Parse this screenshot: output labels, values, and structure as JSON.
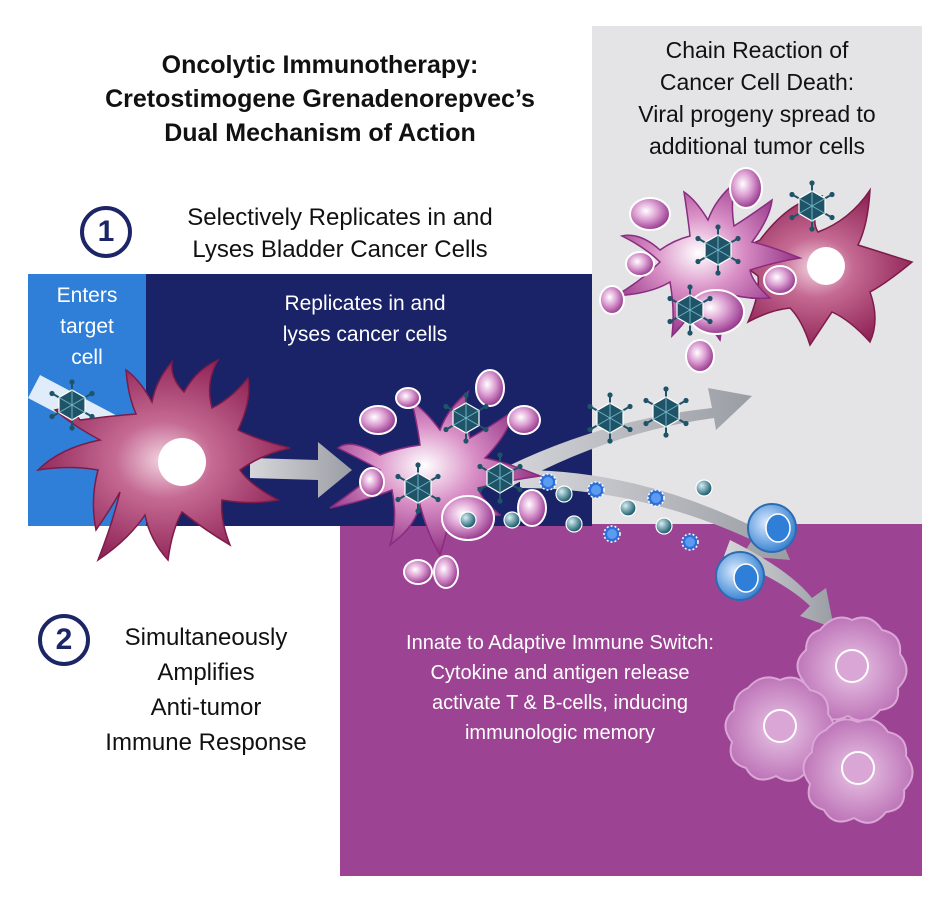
{
  "colors": {
    "enter_panel": "#2f7fd8",
    "replicate_panel": "#1a2268",
    "chain_panel": "#e4e4e6",
    "immune_panel": "#9c4393",
    "cancer_cell": "#9b2357",
    "virus": "#1f5468",
    "immune_cell": "#3d86d4",
    "arrow": "#a9acb3"
  },
  "title": {
    "line1": "Oncolytic Immunotherapy:",
    "line2": "Cretostimogene Grenadenorepvec’s",
    "line3": "Dual Mechanism of Action"
  },
  "step1": {
    "number": "1",
    "line1": "Selectively Replicates in and",
    "line2": "Lyses Bladder Cancer Cells"
  },
  "step2": {
    "number": "2",
    "line1": "Simultaneously",
    "line2": "Amplifies",
    "line3": "Anti-tumor",
    "line4": "Immune Response"
  },
  "enter_panel": {
    "line1": "Enters",
    "line2": "target",
    "line3": "cell"
  },
  "replicate_panel": {
    "line1": "Replicates in and",
    "line2": "lyses cancer cells"
  },
  "chain_panel": {
    "line1": "Chain Reaction of",
    "line2": "Cancer Cell Death:",
    "line3": "Viral progeny spread to",
    "line4": "additional tumor cells"
  },
  "immune_panel": {
    "line1": "Innate to Adaptive Immune Switch:",
    "line2": "Cytokine and antigen release",
    "line3": "activate T & B-cells, inducing",
    "line4": "immunologic memory"
  },
  "icons": [
    "virus-icon",
    "cancer-cell-icon",
    "lysing-cell-icon",
    "t-cell-icon",
    "memory-cell-icon",
    "cytokine-icon",
    "arrow-icon"
  ]
}
